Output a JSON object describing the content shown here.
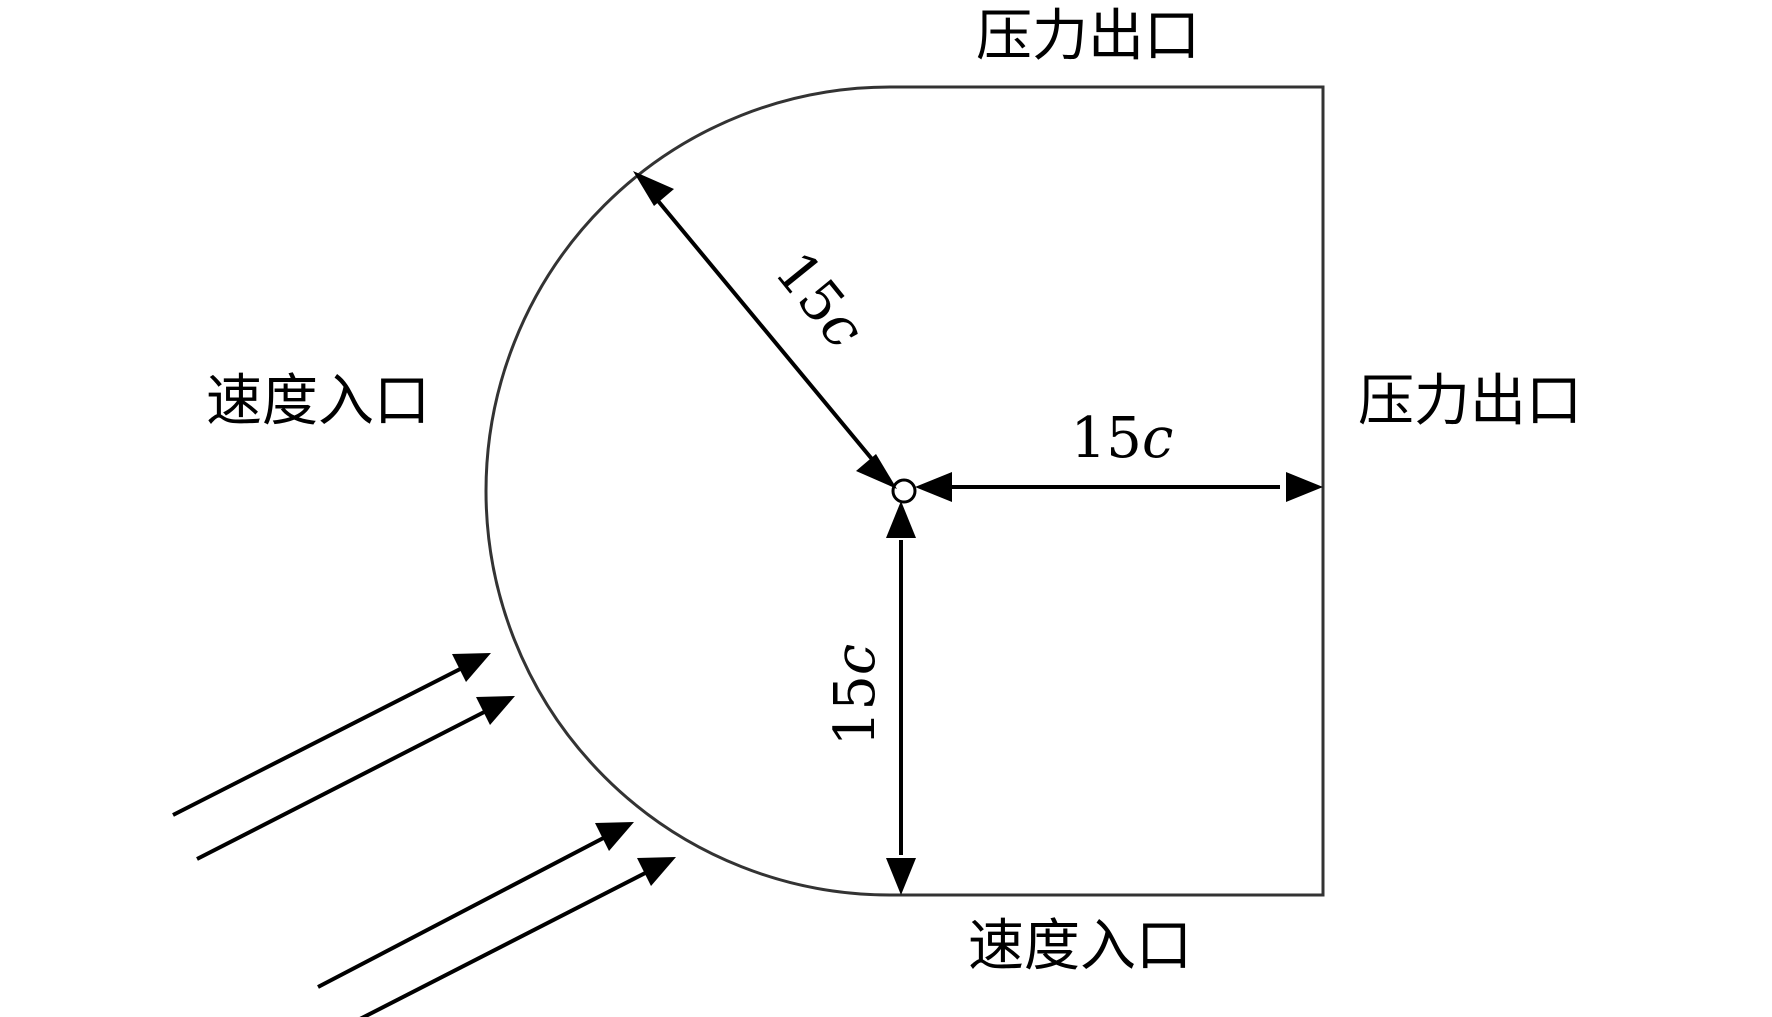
{
  "labels": {
    "top_boundary": "压力出口",
    "right_boundary": "压力出口",
    "left_boundary": "速度入口",
    "bottom_boundary": "速度入口"
  },
  "dimensions": {
    "radius": {
      "number": "15",
      "symbol": "c"
    },
    "horizontal": {
      "number": "15",
      "symbol": "c"
    },
    "vertical": {
      "number": "15",
      "symbol": "c"
    }
  },
  "colors": {
    "line": "#000000",
    "boundary": "#333333",
    "background": "#ffffff"
  }
}
